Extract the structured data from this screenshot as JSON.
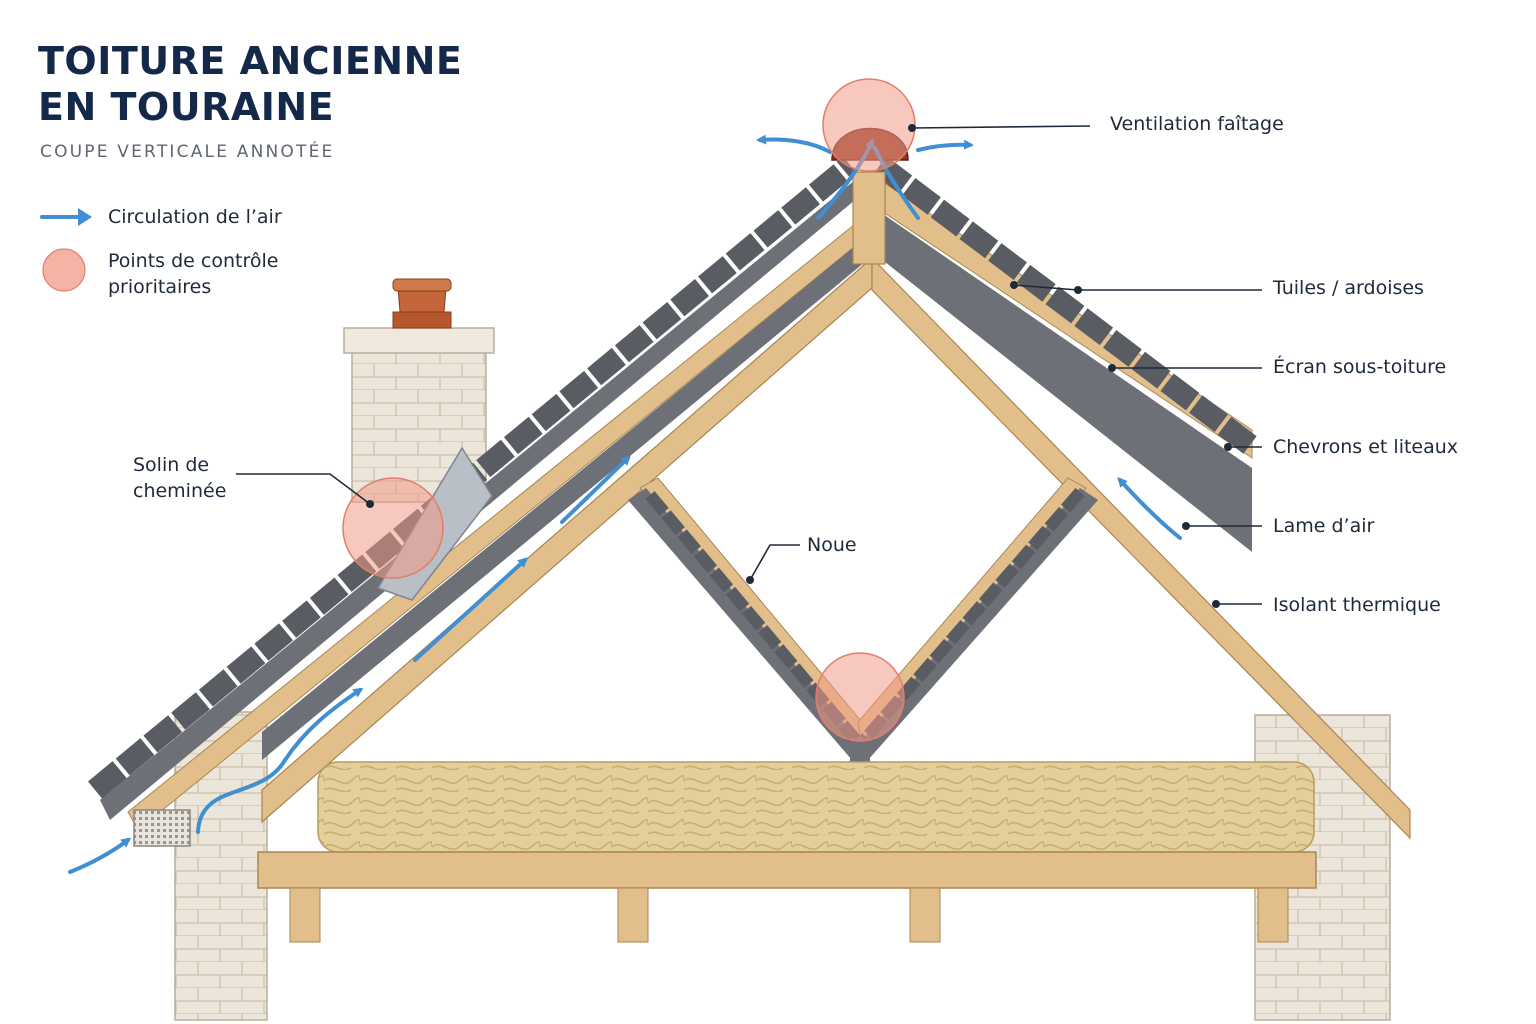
{
  "title": {
    "line1": "TOITURE ANCIENNE",
    "line2": "EN TOURAINE"
  },
  "subtitle": "COUPE VERTICALE ANNOTÉE",
  "legend": {
    "airflow": "Circulation de l’air",
    "control_points": {
      "line1": "Points de contrôle",
      "line2": "prioritaires"
    }
  },
  "labels": {
    "ridge_ventilation": "Ventilation faîtage",
    "tiles": "Tuiles / ardoises",
    "underlay": "Écran sous-toiture",
    "rafters": "Chevrons et liteaux",
    "air_gap": "Lame d’air",
    "insulation": "Isolant thermique",
    "valley": "Noue",
    "chimney_flashing": {
      "line1": "Solin de",
      "line2": "cheminée"
    }
  },
  "colors": {
    "title": "#14284a",
    "text": "#1e2a3a",
    "airflow": "#3f8fd2",
    "control_point": "#f19a88",
    "wood": "#e2bf8a",
    "membrane": "#6e7078",
    "tile": "#595c63",
    "stone": "#ece6da",
    "insulation": "#e2cf9c"
  },
  "icons": {
    "airflow": "arrow-right-icon",
    "control_point": "circle-icon"
  }
}
